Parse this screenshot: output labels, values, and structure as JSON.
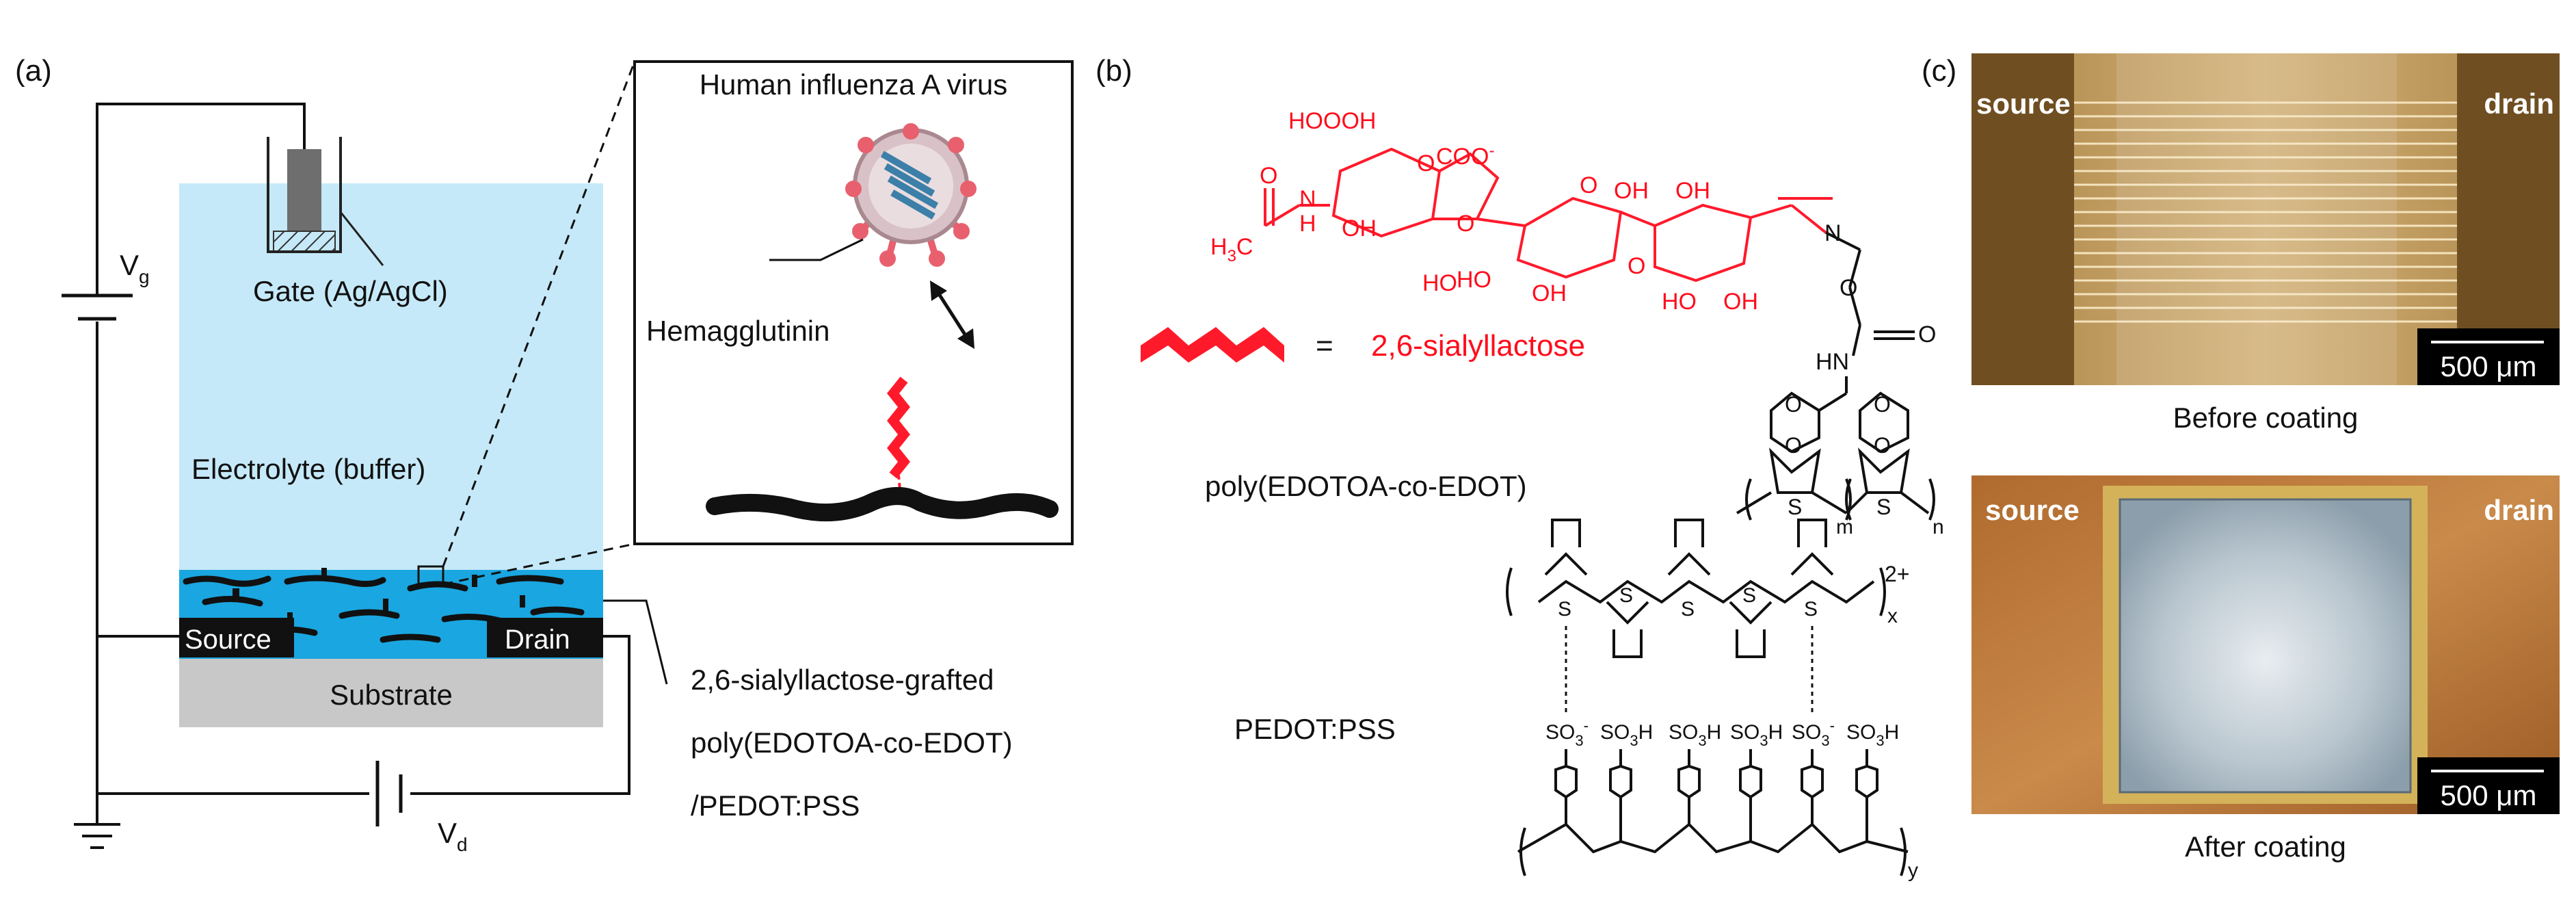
{
  "panel_a": {
    "label": "(a)",
    "vg_main": "V",
    "vg_sub": "g",
    "vd_main": "V",
    "vd_sub": "d",
    "gate_label": "Gate (Ag/AgCl)",
    "electrolyte_label": "Electrolyte (buffer)",
    "source_label": "Source",
    "drain_label": "Drain",
    "substrate_label": "Substrate",
    "inset_title": "Human influenza A virus",
    "hemagglutinin_label": "Hemagglutinin",
    "material_lines": [
      "2,6-sialyllactose-grafted",
      "poly(EDOTOA-co-EDOT)",
      "/PEDOT:PSS"
    ],
    "colors": {
      "electrolyte": "#c5e9f8",
      "channel": "#1aa6e0",
      "substrate": "#c8c8c8",
      "glycan": "#ff1a2b"
    }
  },
  "panel_b": {
    "label": "(b)",
    "legend_eq": "=",
    "legend_name": "2,6-sialyllactose",
    "polymer1_name": "poly(EDOTOA-co-EDOT)",
    "polymer2_name": "PEDOT:PSS",
    "chem_labels": {
      "hoooh": "HOOOH",
      "coo": "COO",
      "coo_charge": "-",
      "nh": "N",
      "nh_h": "H",
      "oh": "OH",
      "ho": "HO",
      "h3c": "H",
      "h3c_sub": "3",
      "h3c_c": "C",
      "o": "O",
      "s": "S",
      "n": "N",
      "hn": "HN",
      "m": "m",
      "n_sub": "n",
      "x": "x",
      "y": "y",
      "charge": "2+",
      "so3": "SO",
      "so3_sub": "3",
      "so3_minus": "-",
      "so3h": "SO",
      "so3h_sub": "3",
      "so3h_h": "H"
    }
  },
  "panel_c": {
    "label": "(c)",
    "source_label": "source",
    "drain_label": "drain",
    "scale_label": "500 μm",
    "caption_before": "Before coating",
    "caption_after": "After coating"
  }
}
